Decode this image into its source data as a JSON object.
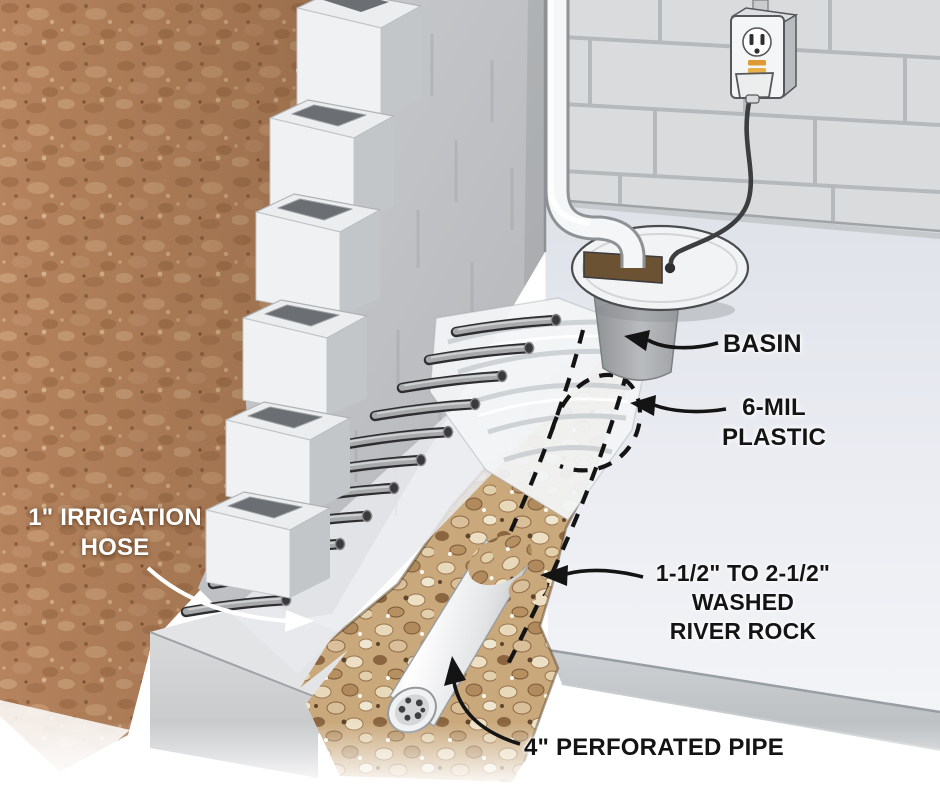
{
  "diagram": {
    "subject": "Basement drain tile and sump basin cutaway illustration",
    "labels": {
      "irrigation_hose": {
        "line1": "1\" IRRIGATION",
        "line2": "HOSE"
      },
      "basin": {
        "text": "BASIN"
      },
      "plastic": {
        "line1": "6-MIL",
        "line2": "PLASTIC"
      },
      "river_rock": {
        "line1": "1-1/2\" TO 2-1/2\"",
        "line2": "WASHED",
        "line3": "RIVER ROCK"
      },
      "perforated_pipe": {
        "text": "4\" PERFORATED PIPE"
      }
    },
    "colors": {
      "soil": "#b5835d",
      "river_rock": "#c9a87c",
      "concrete_block": "#d8d9db",
      "wall_face": "#c2c4c6",
      "floor": "#e9ebf1",
      "pvc_pipe": "#f5f6f8",
      "cord": "#3d3e40",
      "outlet_button": "#e09a33",
      "label_dark": "#141414",
      "label_light": "#ffffff"
    }
  }
}
